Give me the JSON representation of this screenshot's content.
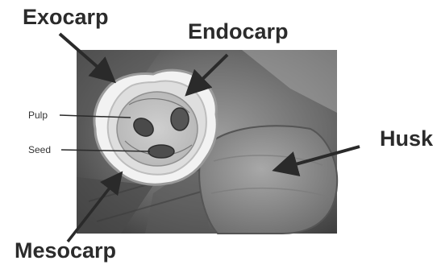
{
  "labels": {
    "exocarp": "Exocarp",
    "endocarp": "Endocarp",
    "husk": "Husk",
    "mesocarp": "Mesocarp",
    "pulp": "Pulp",
    "seed": "Seed"
  },
  "colors": {
    "label_text": "#2b2b2b",
    "arrow": "#2a2a2a",
    "photo_bg": "#6e6e6e",
    "husk": "#8c8c8c",
    "flesh": "#e8e8e8"
  }
}
